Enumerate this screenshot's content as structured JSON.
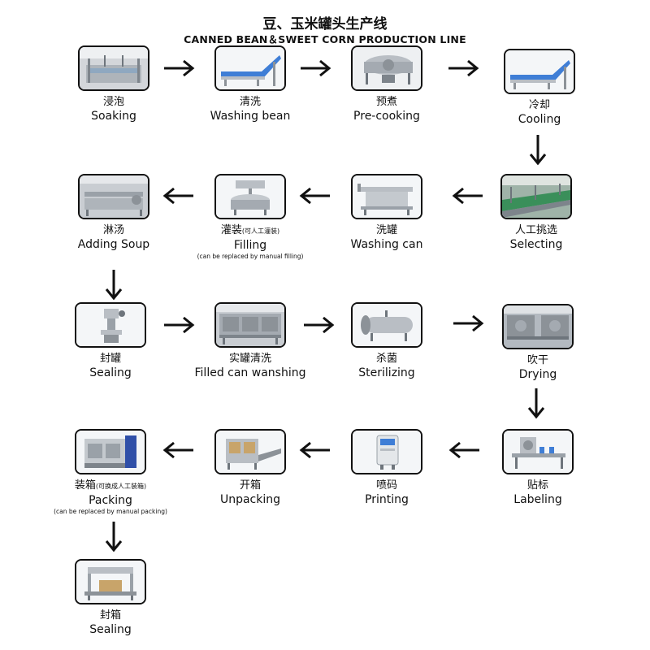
{
  "title": {
    "zh": "豆、玉米罐头生产线",
    "en": "CANNED BEAN＆SWEET CORN PRODUCTION LINE"
  },
  "steps": [
    {
      "zh": "浸泡",
      "en": "Soaking",
      "icon": "soaking-tank-photo"
    },
    {
      "zh": "清洗",
      "en": "Washing bean",
      "icon": "washing-conveyor-photo"
    },
    {
      "zh": "预煮",
      "en": "Pre-cooking",
      "icon": "pre-cooker-photo"
    },
    {
      "zh": "冷却",
      "en": "Cooling",
      "icon": "cooling-conveyor-photo"
    },
    {
      "zh": "人工挑选",
      "en": "Selecting",
      "icon": "selecting-table-photo"
    },
    {
      "zh": "洗罐",
      "en": "Washing can",
      "icon": "can-washer-photo"
    },
    {
      "zh": "灌装",
      "zh_note": "(可人工灌装)",
      "en": "Filling",
      "note": "(can be replaced by manual filling)",
      "icon": "filling-machine-photo"
    },
    {
      "zh": "淋汤",
      "en": "Adding Soup",
      "icon": "soup-adding-photo"
    },
    {
      "zh": "封罐",
      "en": "Sealing",
      "icon": "can-sealer-photo"
    },
    {
      "zh": "实罐清洗",
      "en": "Filled can wanshing",
      "icon": "filled-can-washer-photo"
    },
    {
      "zh": "杀菌",
      "en": "Sterilizing",
      "icon": "sterilizer-photo"
    },
    {
      "zh": "吹干",
      "en": "Drying",
      "icon": "dryer-photo"
    },
    {
      "zh": "贴标",
      "en": "Labeling",
      "icon": "labeling-machine-photo"
    },
    {
      "zh": "喷码",
      "en": "Printing",
      "icon": "inkjet-printer-photo"
    },
    {
      "zh": "开箱",
      "en": "Unpacking",
      "icon": "carton-erector-photo"
    },
    {
      "zh": "装箱",
      "zh_note": "(可换成人工装箱)",
      "en": "Packing",
      "note": "(can be replaced by manual packing)",
      "icon": "packing-machine-photo"
    },
    {
      "zh": "封箱",
      "en": "Sealing",
      "icon": "carton-sealer-photo"
    }
  ],
  "colors": {
    "border": "#111111",
    "arrow": "#111111",
    "machine_steel": "#b9bec4",
    "machine_blue": "#3f7ed6",
    "machine_green": "#3a8f5a",
    "factory_bg": "#c9cdd2"
  }
}
